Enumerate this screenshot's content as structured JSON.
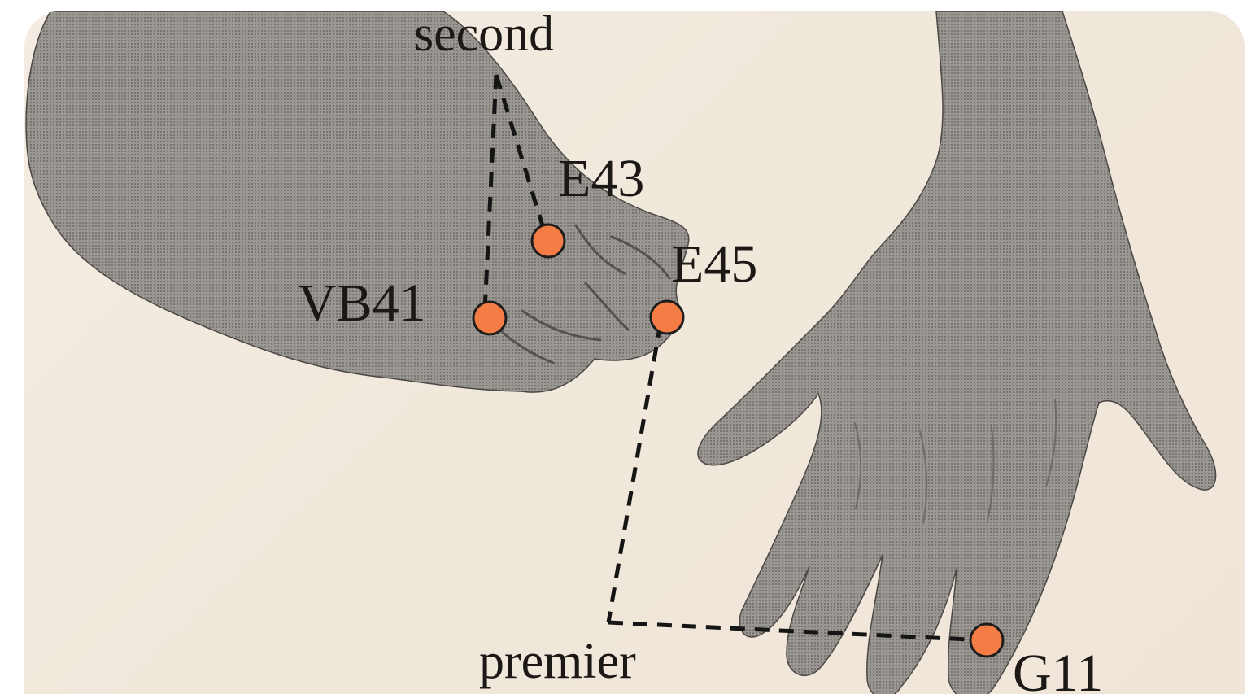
{
  "figure": {
    "labels": {
      "second": "second",
      "e43": "E43",
      "e45": "E45",
      "vb41": "VB41",
      "premier": "premier",
      "g11": "G11"
    },
    "colors": {
      "background": "#f1e8dc",
      "skin": "#8f8b86",
      "point": "#f47c45",
      "leader": "#151515",
      "text": "#1b1816"
    }
  }
}
